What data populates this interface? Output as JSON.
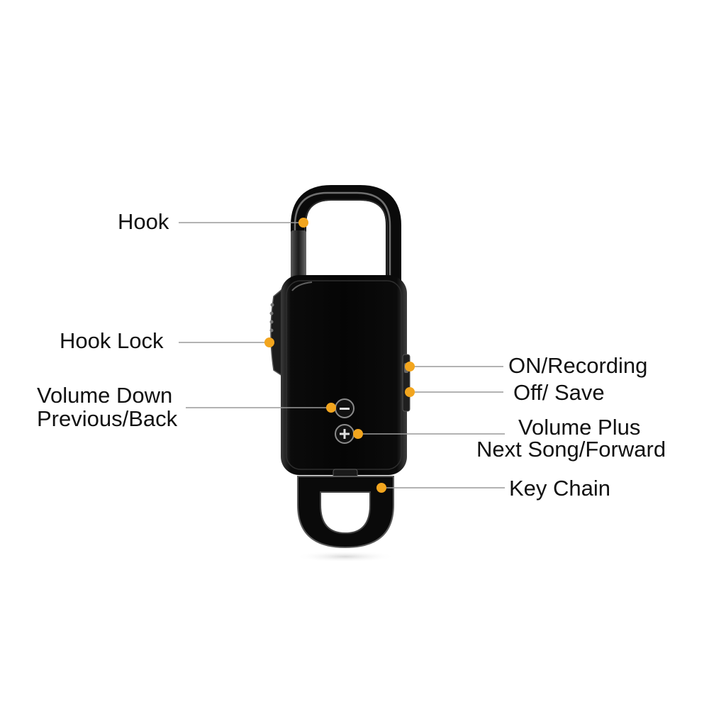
{
  "colors": {
    "background": "#ffffff",
    "device_body": "#0a0a0a",
    "device_highlight": "#8a8a8a",
    "leader_line": "#9a9a9a",
    "callout_dot": "#f2a51e",
    "label_text": "#111111"
  },
  "labels": {
    "hook": "Hook",
    "hook_lock": "Hook Lock",
    "volume_down": "Volume Down",
    "previous_back": "Previous/Back",
    "on_recording": "ON/Recording",
    "off_save": "Off/ Save",
    "volume_plus": "Volume Plus",
    "next_song_forward": "Next Song/Forward",
    "key_chain": "Key Chain"
  },
  "icons": {
    "minus_button": "minus-icon",
    "plus_button": "plus-icon"
  }
}
